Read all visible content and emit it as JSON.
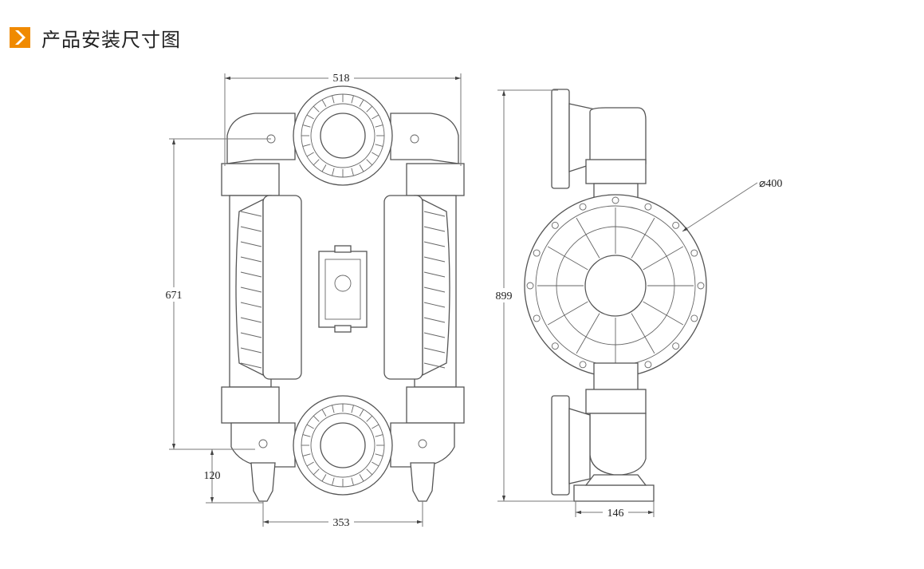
{
  "header": {
    "title": "产品安装尺寸图",
    "badge_color": "#f08a00",
    "badge_icon": "chevron-right-icon"
  },
  "dimensions": {
    "overall_width": "518",
    "frame_height": "671",
    "foot_height": "120",
    "foot_spacing": "353",
    "total_height": "899",
    "diaphragm_diameter": "⌀400",
    "base_width": "146"
  }
}
